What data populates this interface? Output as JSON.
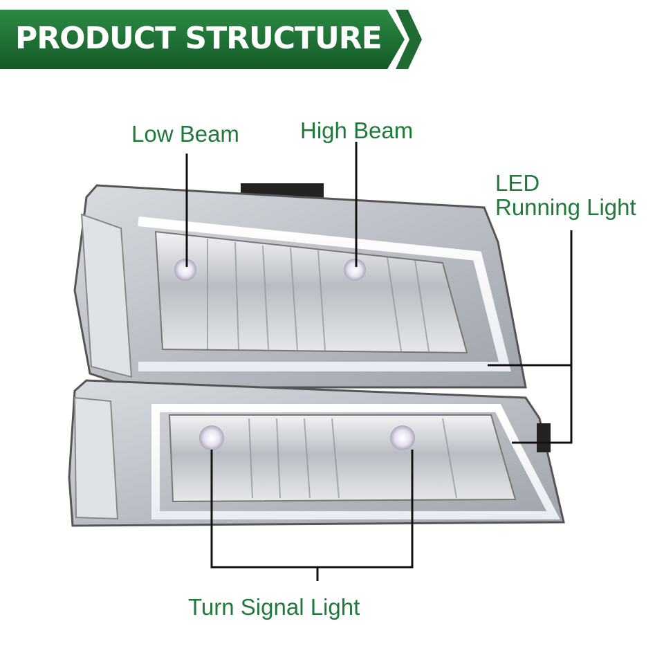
{
  "banner": {
    "title": "PRODUCT STRUCTURE",
    "color": "#1e6b33"
  },
  "labels": {
    "low_beam": "Low Beam",
    "high_beam": "High Beam",
    "led_running_line1": "LED",
    "led_running_line2": "Running Light",
    "turn_signal": "Turn Signal Light"
  },
  "colors": {
    "label_text": "#1f7a3a",
    "leader_line": "#111111",
    "chrome": "#c9ccd1"
  }
}
